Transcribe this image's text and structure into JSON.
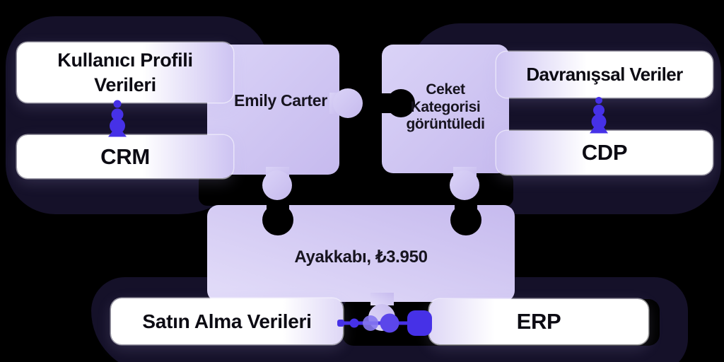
{
  "diagram": {
    "title_hint": "data-unification puzzle diagram",
    "cards": {
      "kullanici_profili": "Kullanıcı Profili Verileri",
      "crm": "CRM",
      "davranissal": "Davranışsal Veriler",
      "cdp": "CDP",
      "satin_alma": "Satın Alma Verileri",
      "erp": "ERP"
    },
    "pieces": {
      "profil": "Emily Carter",
      "davranis": "Ceket Kategorisi görüntüledi",
      "satin": "Ayakkabı, ₺3.950"
    },
    "colors": {
      "background": "#000000",
      "blob": "#151129",
      "piece_light": "#dad3f7",
      "piece_dark": "#c6baee",
      "accent_purple": "#4631e7",
      "card": "#ffffff",
      "text": "#0c0b13"
    }
  }
}
